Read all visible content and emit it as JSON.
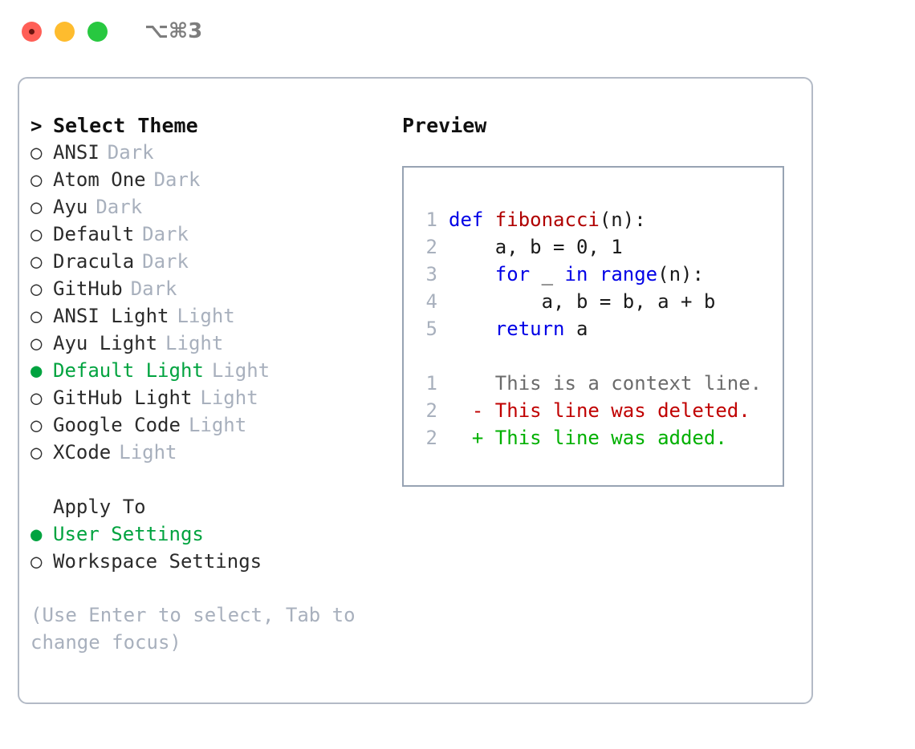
{
  "titlebar": {
    "traffic_lights": [
      "close-button",
      "minimize-button",
      "maximize-button"
    ],
    "shortcut": "⌥⌘3"
  },
  "theme_panel": {
    "header_marker": ">",
    "header": "Select Theme",
    "bullet_empty": "○",
    "bullet_filled": "●",
    "items": [
      {
        "name": "ANSI",
        "variant": "Dark",
        "selected": false
      },
      {
        "name": "Atom One",
        "variant": "Dark",
        "selected": false
      },
      {
        "name": "Ayu",
        "variant": "Dark",
        "selected": false
      },
      {
        "name": "Default",
        "variant": "Dark",
        "selected": false
      },
      {
        "name": "Dracula",
        "variant": "Dark",
        "selected": false
      },
      {
        "name": "GitHub",
        "variant": "Dark",
        "selected": false
      },
      {
        "name": "ANSI Light",
        "variant": "Light",
        "selected": false
      },
      {
        "name": "Ayu Light",
        "variant": "Light",
        "selected": false
      },
      {
        "name": "Default Light",
        "variant": "Light",
        "selected": true
      },
      {
        "name": "GitHub Light",
        "variant": "Light",
        "selected": false
      },
      {
        "name": "Google Code",
        "variant": "Light",
        "selected": false
      },
      {
        "name": "XCode",
        "variant": "Light",
        "selected": false
      }
    ]
  },
  "apply_to": {
    "header": "Apply To",
    "options": [
      {
        "label": "User Settings",
        "selected": true
      },
      {
        "label": "Workspace Settings",
        "selected": false
      }
    ]
  },
  "hint": "(Use Enter to select, Tab to change focus)",
  "preview": {
    "title": "Preview",
    "code_lines": [
      {
        "num": "1",
        "tokens": [
          {
            "text": "def ",
            "type": "kw"
          },
          {
            "text": "fibonacci",
            "type": "fn"
          },
          {
            "text": "(n):",
            "type": "plain"
          }
        ]
      },
      {
        "num": "2",
        "tokens": [
          {
            "text": "    a, b = 0, 1",
            "type": "plain"
          }
        ]
      },
      {
        "num": "3",
        "tokens": [
          {
            "text": "    ",
            "type": "plain"
          },
          {
            "text": "for",
            "type": "kw"
          },
          {
            "text": " _ ",
            "type": "plain"
          },
          {
            "text": "in",
            "type": "kw"
          },
          {
            "text": " ",
            "type": "plain"
          },
          {
            "text": "range",
            "type": "kw"
          },
          {
            "text": "(n):",
            "type": "plain"
          }
        ]
      },
      {
        "num": "4",
        "tokens": [
          {
            "text": "        a, b = b, a + b",
            "type": "plain"
          }
        ]
      },
      {
        "num": "5",
        "tokens": [
          {
            "text": "    ",
            "type": "plain"
          },
          {
            "text": "return",
            "type": "kw"
          },
          {
            "text": " a",
            "type": "plain"
          }
        ]
      }
    ],
    "diff_lines": [
      {
        "num": "1",
        "sign": "  ",
        "text": "This is a context line.",
        "type": "ctx"
      },
      {
        "num": "2",
        "sign": "- ",
        "text": "This line was deleted.",
        "type": "del"
      },
      {
        "num": "2",
        "sign": "+ ",
        "text": "This line was added.",
        "type": "add"
      }
    ]
  },
  "colors": {
    "accent_green": "#00a33f",
    "muted": "#a8b0bd",
    "keyword_blue": "#0000e6",
    "function_red": "#b00000",
    "diff_add": "#00b000",
    "diff_del": "#c00000",
    "border": "#b3bac6"
  }
}
